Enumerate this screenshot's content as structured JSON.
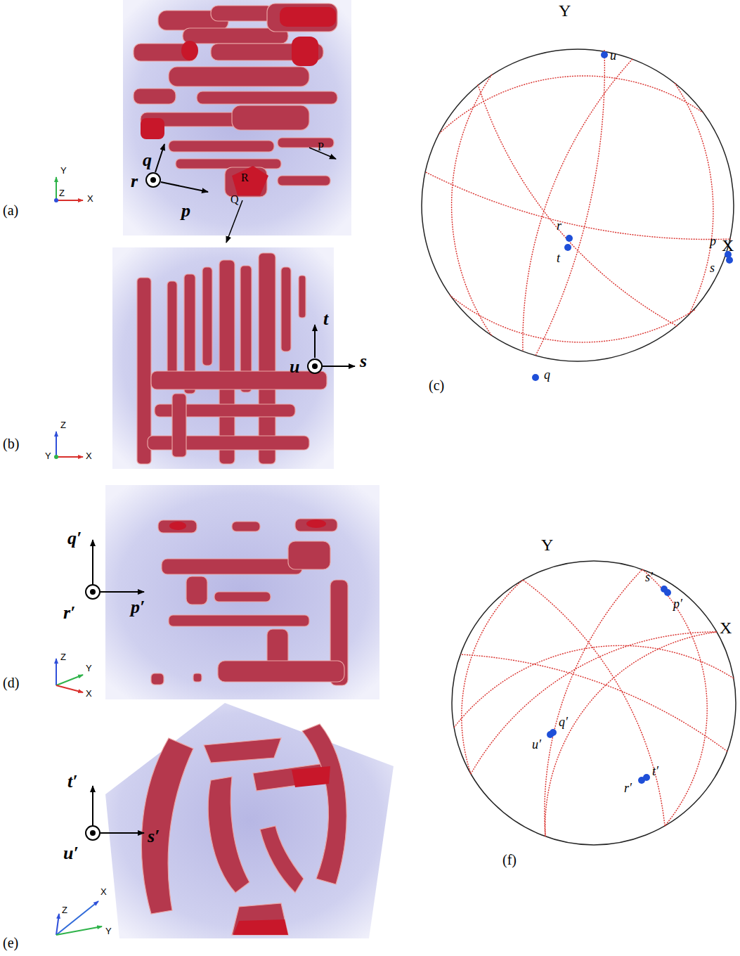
{
  "diagram": {
    "labels": [
      "(a)",
      "q",
      "r",
      "p",
      "P",
      "R",
      "Q",
      "Y",
      "Z",
      "X",
      "Y",
      "u",
      "r",
      "t",
      "X",
      "p",
      "s",
      "q",
      "(c)",
      "t",
      "u",
      "s",
      "(b)",
      "Z",
      "Y",
      "X",
      "q′",
      "r′",
      "p′",
      "(d)",
      "Z",
      "Y",
      "X",
      "Y",
      "s′",
      "X",
      "p′",
      "q′",
      "u′",
      "t′",
      "r′",
      "(f)",
      "t′",
      "u′",
      "s′",
      "(e)",
      "Z",
      "X",
      "Y"
    ]
  }
}
